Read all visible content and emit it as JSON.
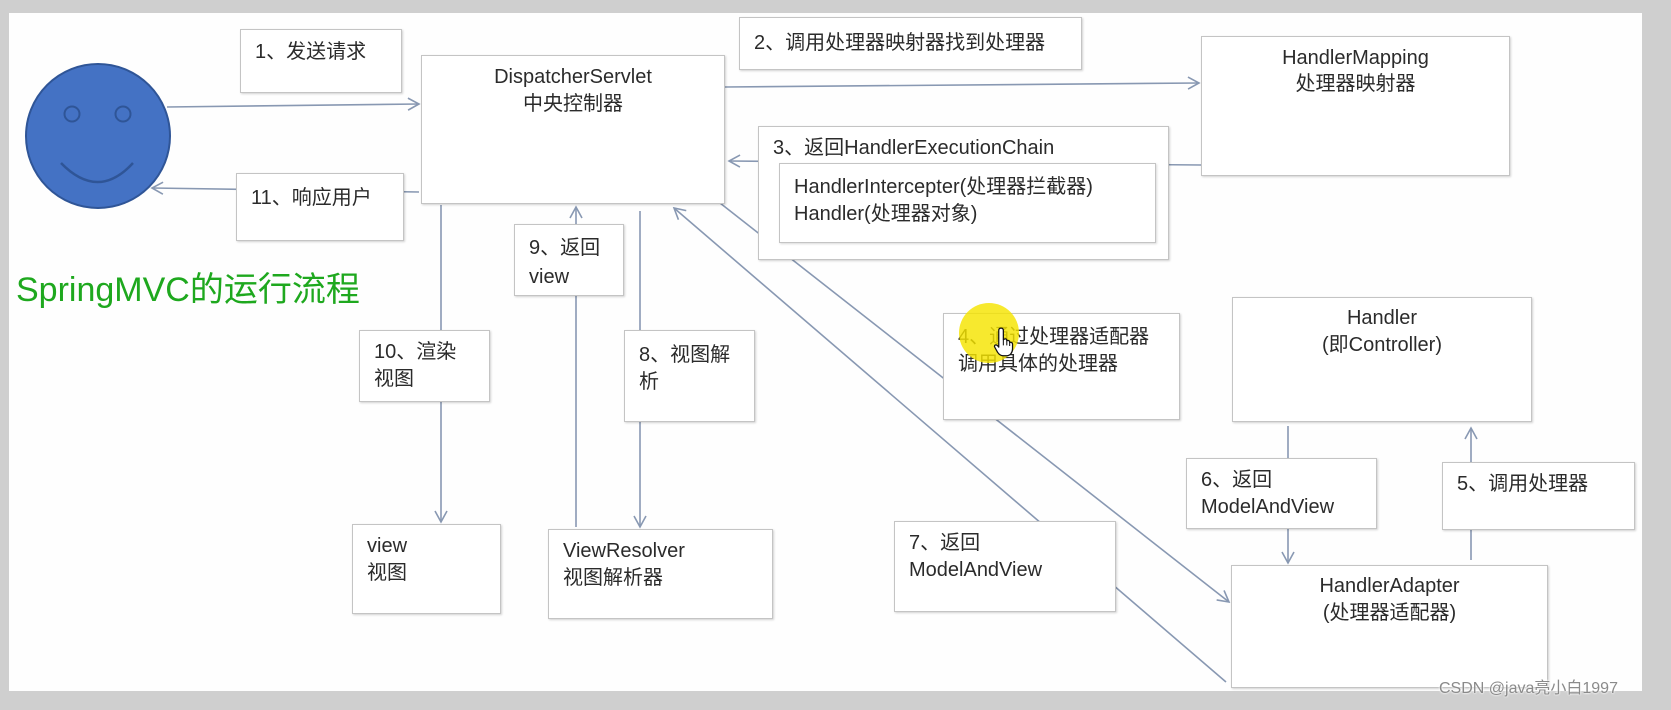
{
  "diagram_title": "SpringMVC的运行流程",
  "components": {
    "dispatcher": {
      "name": "DispatcherServlet",
      "subtitle": "中央控制器"
    },
    "handler_mapping": {
      "name": "HandlerMapping",
      "subtitle": "处理器映射器"
    },
    "handler": {
      "name": "Handler",
      "subtitle": "(即Controller)"
    },
    "handler_adapter": {
      "name": "HandlerAdapter",
      "subtitle": "(处理器适配器)"
    },
    "view_resolver": {
      "name": "ViewResolver",
      "subtitle": "视图解析器"
    },
    "view": {
      "name": "view",
      "subtitle": "视图"
    }
  },
  "steps": {
    "step1": [
      "1、发送请求"
    ],
    "step2": [
      "2、调用处理器映射器找到处理器"
    ],
    "step3": {
      "label": "3、返回HandlerExecutionChain",
      "contents": [
        "HandlerIntercepter(处理器拦截器)",
        "Handler(处理器对象)"
      ]
    },
    "step4": [
      "4、通过处理器适配器",
      "调用具体的处理器"
    ],
    "step5": [
      "5、调用处理器"
    ],
    "step6": [
      "6、返回",
      "ModelAndView"
    ],
    "step7": [
      "7、返回",
      "ModelAndView"
    ],
    "step8": [
      "8、视图解",
      "析"
    ],
    "step9": [
      "9、返回",
      "view"
    ],
    "step10": [
      "10、渲染",
      "视图"
    ],
    "step11": [
      "11、响应用户"
    ]
  },
  "watermark": "CSDN @java亮小白1997",
  "icons": {
    "user": "smiley-face-icon",
    "cursor": "hand-pointer-icon",
    "click_highlight": "yellow-circle-highlight"
  },
  "colors": {
    "title": "#1ea81e",
    "user_fill": "#4472c4",
    "user_stroke": "#2f5597",
    "connector": "#8898b2",
    "click_highlight": "#f5e400",
    "box_border": "#c4c4c4"
  }
}
